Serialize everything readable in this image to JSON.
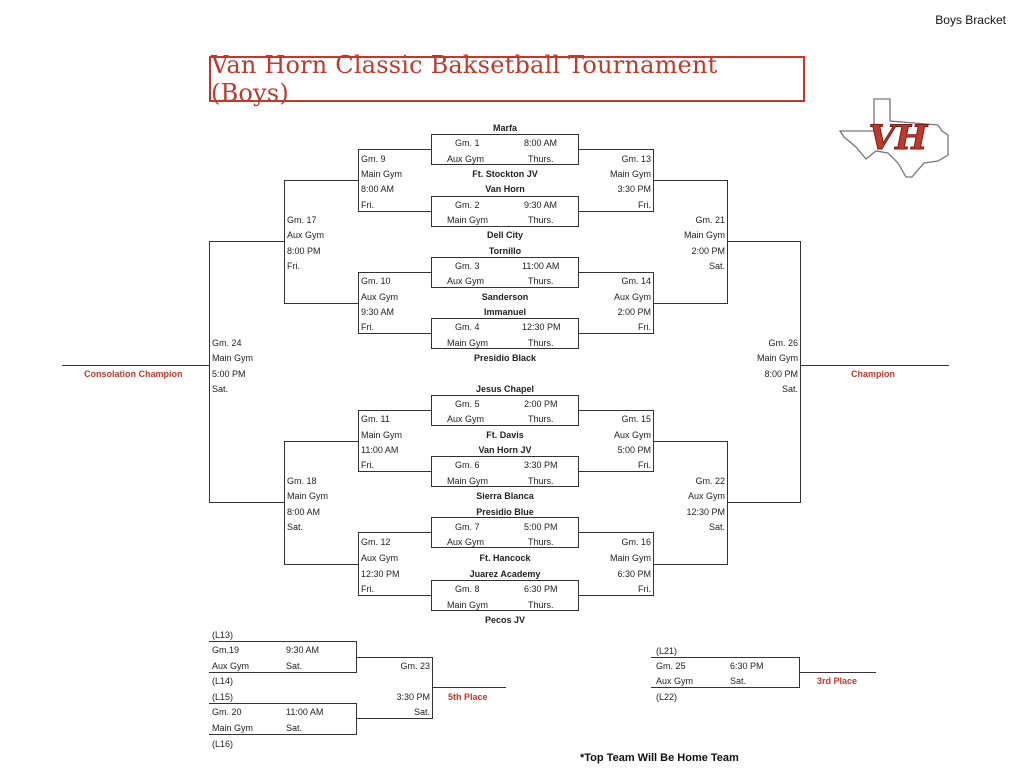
{
  "header_label": "Boys Bracket",
  "title": "Van Horn Classic Baksetball Tournament (Boys)",
  "logo_text": "VH",
  "teams": {
    "marfa": "Marfa",
    "ft_stockton_jv": "Ft. Stockton JV",
    "van_horn": "Van Horn",
    "dell_city": "Dell City",
    "tornillo": "Tornillo",
    "sanderson": "Sanderson",
    "immanuel": "Immanuel",
    "presidio_black": "Presidio Black",
    "jesus_chapel": "Jesus Chapel",
    "ft_davis": "Ft. Davis",
    "van_horn_jv": "Van Horn JV",
    "sierra_blanca": "Sierra Blanca",
    "presidio_blue": "Presidio Blue",
    "ft_hancock": "Ft. Hancock",
    "juarez_academy": "Juarez Academy",
    "pecos_jv": "Pecos JV"
  },
  "games": {
    "g1": {
      "game": "Gm. 1",
      "time": "8:00 AM",
      "gym": "Aux Gym",
      "day": "Thurs."
    },
    "g2": {
      "game": "Gm. 2",
      "time": "9:30 AM",
      "gym": "Main Gym",
      "day": "Thurs."
    },
    "g3": {
      "game": "Gm. 3",
      "time": "11:00 AM",
      "gym": "Aux Gym",
      "day": "Thurs."
    },
    "g4": {
      "game": "Gm. 4",
      "time": "12:30 PM",
      "gym": "Main Gym",
      "day": "Thurs."
    },
    "g5": {
      "game": "Gm. 5",
      "time": "2:00 PM",
      "gym": "Aux Gym",
      "day": "Thurs."
    },
    "g6": {
      "game": "Gm. 6",
      "time": "3:30 PM",
      "gym": "Main Gym",
      "day": "Thurs."
    },
    "g7": {
      "game": "Gm. 7",
      "time": "5:00 PM",
      "gym": "Aux Gym",
      "day": "Thurs."
    },
    "g8": {
      "game": "Gm. 8",
      "time": "6:30 PM",
      "gym": "Main Gym",
      "day": "Thurs."
    },
    "g9": {
      "game": "Gm. 9",
      "gym": "Main Gym",
      "time": "8:00 AM",
      "day": "Fri."
    },
    "g10": {
      "game": "Gm. 10",
      "gym": "Aux Gym",
      "time": "9:30 AM",
      "day": "Fri."
    },
    "g11": {
      "game": "Gm. 11",
      "gym": "Main Gym",
      "time": "11:00 AM",
      "day": "Fri."
    },
    "g12": {
      "game": "Gm. 12",
      "gym": "Aux Gym",
      "time": "12:30 PM",
      "day": "Fri."
    },
    "g13": {
      "game": "Gm. 13",
      "gym": "Main Gym",
      "time": "3:30 PM",
      "day": "Fri."
    },
    "g14": {
      "game": "Gm. 14",
      "gym": "Aux Gym",
      "time": "2:00 PM",
      "day": "Fri."
    },
    "g15": {
      "game": "Gm. 15",
      "gym": "Aux Gym",
      "time": "5:00 PM",
      "day": "Fri."
    },
    "g16": {
      "game": "Gm. 16",
      "gym": "Main Gym",
      "time": "6:30 PM",
      "day": "Fri."
    },
    "g17": {
      "game": "Gm. 17",
      "gym": "Aux Gym",
      "time": "8:00 PM",
      "day": "Fri."
    },
    "g18": {
      "game": "Gm. 18",
      "gym": "Main Gym",
      "time": "8:00 AM",
      "day": "Sat."
    },
    "g21": {
      "game": "Gm. 21",
      "gym": "Main Gym",
      "time": "2:00 PM",
      "day": "Sat."
    },
    "g22": {
      "game": "Gm. 22",
      "gym": "Aux Gym",
      "time": "12:30 PM",
      "day": "Sat."
    },
    "g24": {
      "game": "Gm. 24",
      "gym": "Main Gym",
      "time": "5:00 PM",
      "day": "Sat."
    },
    "g26": {
      "game": "Gm. 26",
      "gym": "Main Gym",
      "time": "8:00 PM",
      "day": "Sat."
    },
    "g19": {
      "game": "Gm.19",
      "time": "9:30 AM",
      "gym": "Aux Gym",
      "day": "Sat.",
      "top": "(L13)",
      "bottom": "(L14)"
    },
    "g20": {
      "game": "Gm. 20",
      "time": "11:00 AM",
      "gym": "Main Gym",
      "day": "Sat.",
      "top": "(L15)",
      "bottom": "(L16)"
    },
    "g23": {
      "game": "Gm. 23",
      "time": "3:30 PM",
      "day": "Sat."
    },
    "g25": {
      "game": "Gm. 25",
      "time": "6:30 PM",
      "gym": "Aux Gym",
      "day": "Sat.",
      "top": "(L21)",
      "bottom": "(L22)"
    }
  },
  "results": {
    "consolation_champion": "Consolation Champion",
    "champion": "Champion",
    "fifth_place": "5th Place",
    "third_place": "3rd Place"
  },
  "footnote": "*Top Team Will Be Home Team",
  "colors": {
    "accent": "#c0392b",
    "line": "#333333"
  }
}
